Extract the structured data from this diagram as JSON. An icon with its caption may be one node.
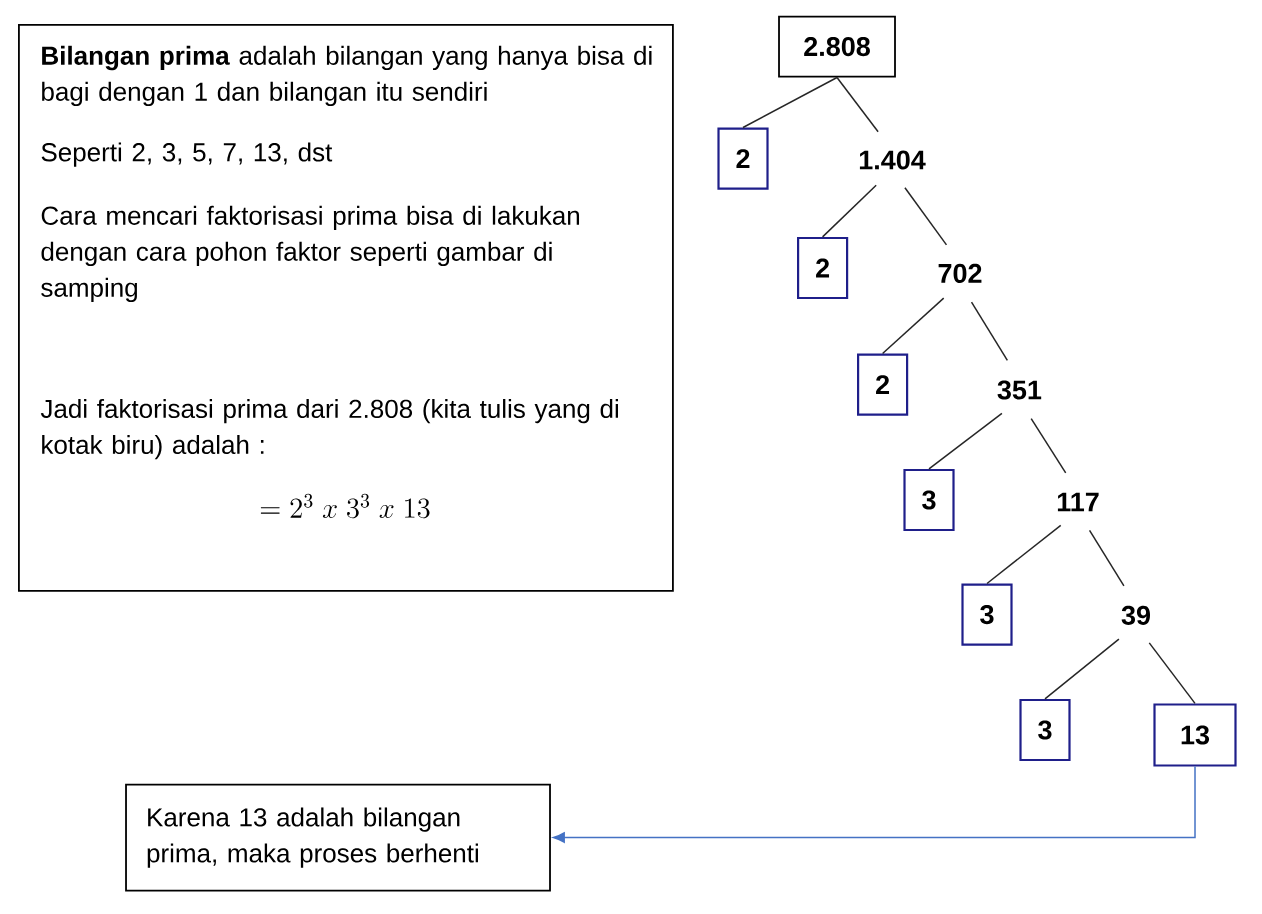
{
  "diagram": {
    "nodes": [
      {
        "text": [
          "**Bilangan prima** adalah bilangan yang hanya bisa di bagi dengan 1 dan bilangan itu sendiri",
          "Seperti 2, 3, 5, 7, 13, dst",
          "Cara mencari faktorisasi prima bisa di lakukan dengan cara pohon faktor seperti gambar di samping",
          "Jadi faktorisasi prima dari 2.808 (kita tulis yang di kotak biru) adalah :",
          "= 2^{3}\\ x\\ 3^{3}\\ x\\ 13"
        ]
      },
      {
        "text": [
          "2.808"
        ]
      },
      {
        "text": [
          "2"
        ]
      },
      {
        "text": [
          "1.404"
        ]
      },
      {
        "text": [
          "2"
        ]
      },
      {
        "text": [
          "702"
        ]
      },
      {
        "text": [
          "2"
        ]
      },
      {
        "text": [
          "351"
        ]
      },
      {
        "text": [
          "3"
        ]
      },
      {
        "text": [
          "117"
        ]
      },
      {
        "text": [
          "3"
        ]
      },
      {
        "text": [
          "39"
        ]
      },
      {
        "text": [
          "3"
        ]
      },
      {
        "text": [
          "13"
        ]
      },
      {
        "text": [
          "Karena 13 adalah bilangan prima, maka proses berhenti"
        ]
      }
    ],
    "edges": [
      {
        "from": 1,
        "to": 2,
        "arrow": "none"
      },
      {
        "from": 1,
        "to": 3,
        "arrow": "none"
      },
      {
        "from": 3,
        "to": 4,
        "arrow": "none"
      },
      {
        "from": 3,
        "to": 5,
        "arrow": "none"
      },
      {
        "from": 5,
        "to": 6,
        "arrow": "none"
      },
      {
        "from": 5,
        "to": 7,
        "arrow": "none"
      },
      {
        "from": 7,
        "to": 8,
        "arrow": "none"
      },
      {
        "from": 7,
        "to": 9,
        "arrow": "none"
      },
      {
        "from": 9,
        "to": 10,
        "arrow": "none"
      },
      {
        "from": 9,
        "to": 11,
        "arrow": "none"
      },
      {
        "from": 11,
        "to": 12,
        "arrow": "none"
      },
      {
        "from": 11,
        "to": 13,
        "arrow": "none"
      },
      {
        "from": 13,
        "to": 14,
        "arrow": "to",
        "color": "#4472c4"
      }
    ]
  }
}
